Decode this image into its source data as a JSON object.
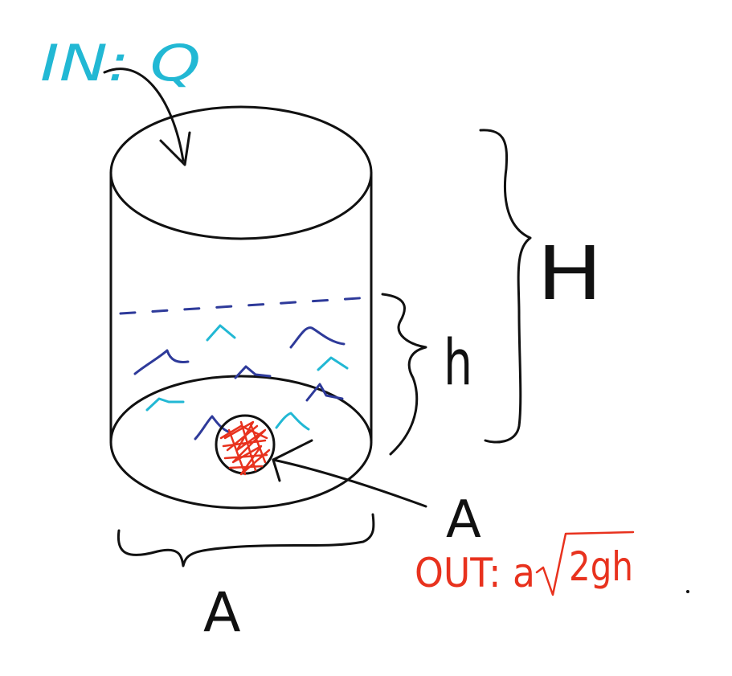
{
  "labels": {
    "inflow": "IN: Q",
    "total_height": "H",
    "water_height": "h",
    "hole_area": "A",
    "outflow_prefix": "OUT: a",
    "outflow_radicand": "2gh",
    "base_area": "A"
  },
  "colors": {
    "ink": "#111111",
    "inflow": "#22b8d4",
    "outflow": "#e8321e",
    "water_surface": "#2e3a9a",
    "wave_light": "#22b8d4"
  }
}
